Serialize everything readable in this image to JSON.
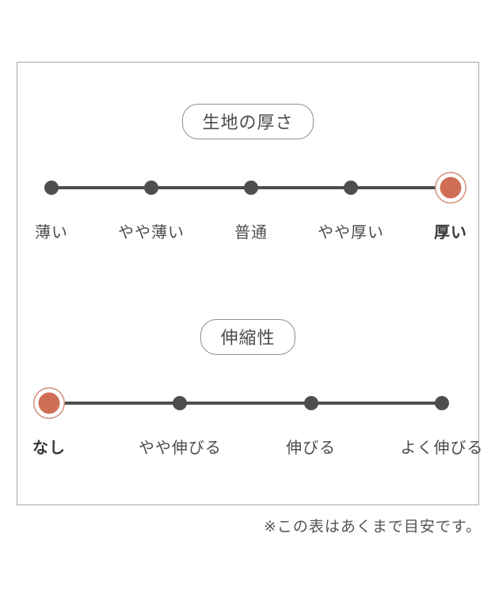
{
  "note": "※この表はあくまで目安です。",
  "colors": {
    "accent": "#d06e55",
    "accent_ring": "#d28c78",
    "ink": "#4e4e4e",
    "text": "#4c4c4c",
    "frame_border": "#a6a6a6",
    "pill_border": "#8f8f8f",
    "note_color": "#555555"
  },
  "chart_data": [
    {
      "type": "scale",
      "title": "生地の厚さ",
      "categories": [
        "薄い",
        "やや薄い",
        "普通",
        "やや厚い",
        "厚い"
      ],
      "selected_index": 4,
      "selected_label": "厚い",
      "points": 5,
      "legend_position": "none",
      "grid": false
    },
    {
      "type": "scale",
      "title": "伸縮性",
      "categories": [
        "なし",
        "やや伸びる",
        "伸びる",
        "よく伸びる"
      ],
      "selected_index": 0,
      "selected_label": "なし",
      "points": 4,
      "legend_position": "none",
      "grid": false
    }
  ]
}
